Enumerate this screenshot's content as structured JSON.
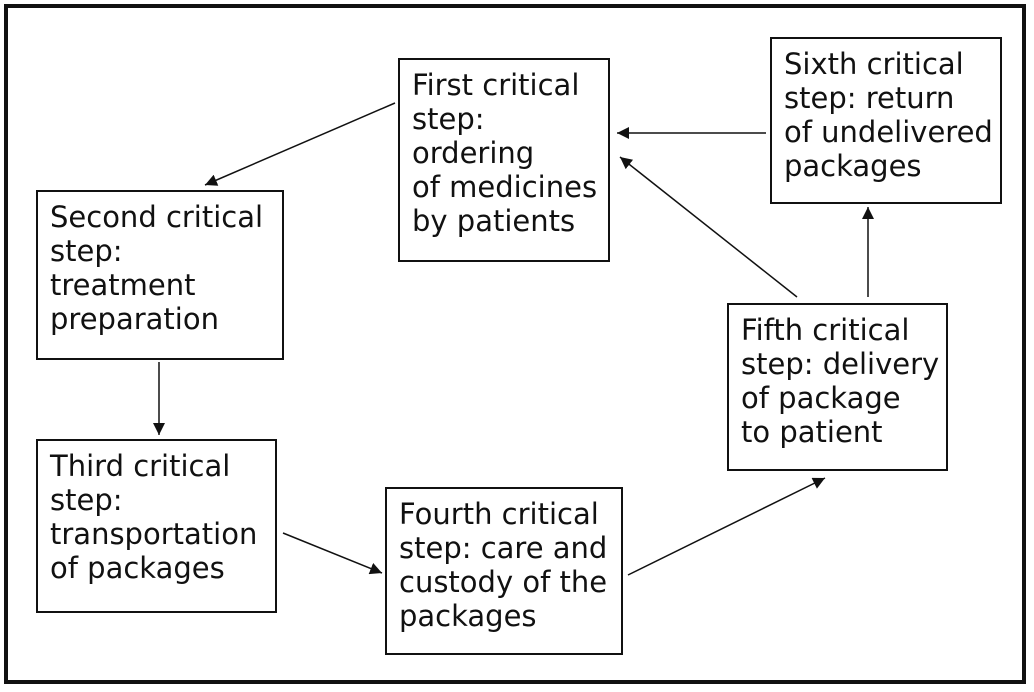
{
  "diagram": {
    "nodes": {
      "first": {
        "label": "First critical\nstep:\nordering\nof medicines\nby patients"
      },
      "second": {
        "label": "Second critical\nstep:\ntreatment\npreparation"
      },
      "third": {
        "label": "Third critical\nstep:\ntransportation\nof packages"
      },
      "fourth": {
        "label": "Fourth critical\nstep: care and\ncustody of the\npackages"
      },
      "fifth": {
        "label": "Fifth critical\nstep: delivery\nof package\nto patient"
      },
      "sixth": {
        "label": "Sixth critical\nstep: return\nof undelivered\npackages"
      }
    },
    "edges": [
      {
        "from": "first",
        "to": "second"
      },
      {
        "from": "second",
        "to": "third"
      },
      {
        "from": "third",
        "to": "fourth"
      },
      {
        "from": "fourth",
        "to": "fifth"
      },
      {
        "from": "fifth",
        "to": "sixth"
      },
      {
        "from": "fifth",
        "to": "first"
      },
      {
        "from": "sixth",
        "to": "first"
      }
    ],
    "colors": {
      "stroke": "#111111",
      "background": "#ffffff"
    }
  }
}
